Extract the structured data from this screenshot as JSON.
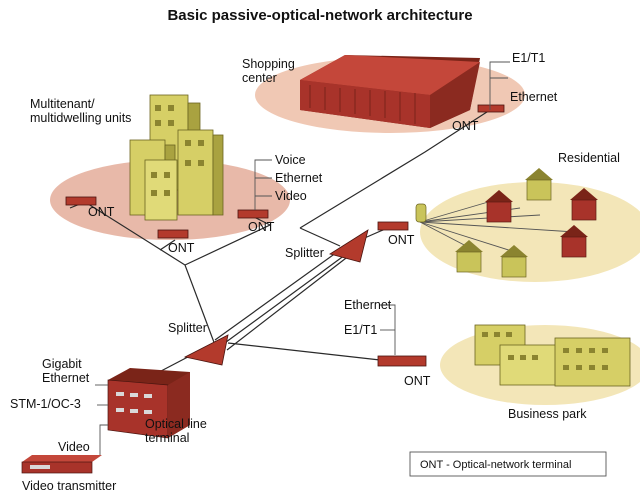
{
  "title": "Basic passive-optical-network architecture",
  "sites": {
    "shopping": "Shopping center",
    "multitenant": "Multitenant/ multidwelling units",
    "residential": "Residential",
    "business": "Business park"
  },
  "labels": {
    "ont": "ONT",
    "splitter": "Splitter",
    "e1t1": "E1/T1",
    "ethernet": "Ethernet",
    "voice": "Voice",
    "video": "Video",
    "gigabit_ethernet": "Gigabit Ethernet",
    "stm": "STM-1/OC-3",
    "olt": "Optical line terminal",
    "video_transmitter": "Video transmitter"
  },
  "legend": "ONT - Optical-network terminal",
  "colors": {
    "building_red": "#a8332a",
    "building_yellow": "#c9c45a",
    "shadow_pink": "#e8b9a9",
    "shadow_cream": "#f3e6b8",
    "device_red": "#b33a2c"
  }
}
